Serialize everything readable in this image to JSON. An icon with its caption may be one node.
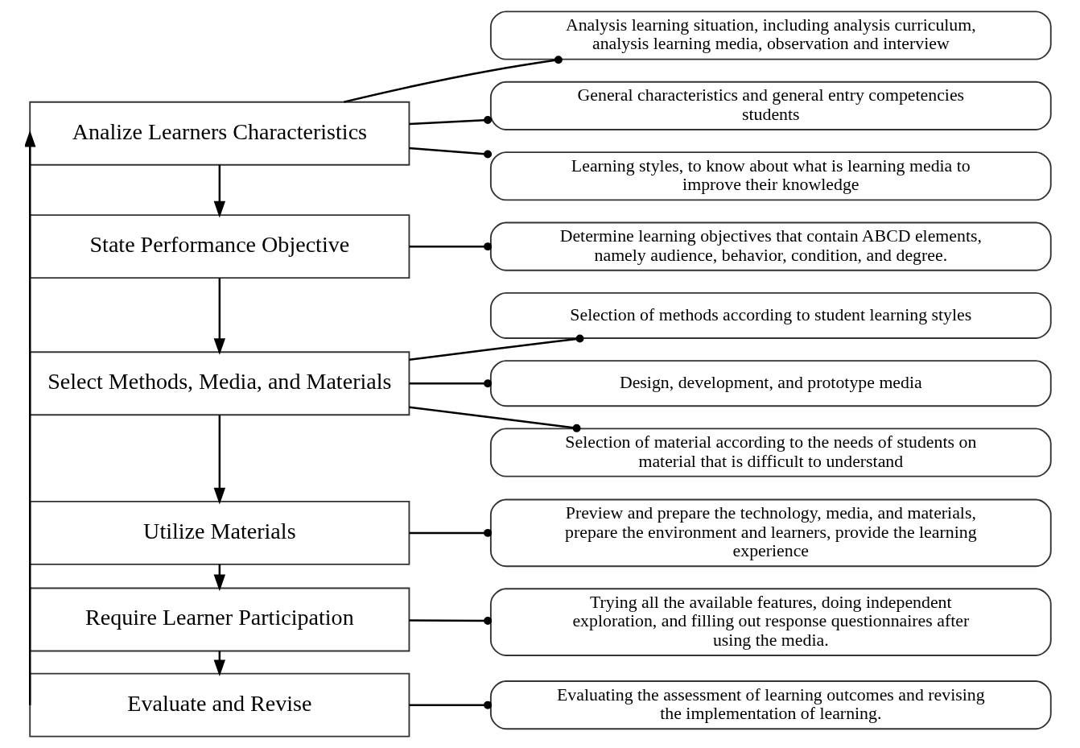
{
  "diagram": {
    "nodes": [
      {
        "text": [
          "Analize Learners Characteristics"
        ]
      },
      {
        "text": [
          "Analysis learning situation, including analysis curriculum, analysis learning media, observation and interview"
        ]
      },
      {
        "text": [
          "General characteristics and general entry competencies students"
        ]
      },
      {
        "text": [
          "Learning styles, to know about what is learning media to improve their knowledge"
        ]
      },
      {
        "text": [
          "State Performance Objective"
        ]
      },
      {
        "text": [
          "Determine learning objectives that contain ABCD elements, namely audience, behavior, condition, and degree."
        ]
      },
      {
        "text": [
          "Select Methods, Media, and Materials"
        ]
      },
      {
        "text": [
          "Selection of methods according to student learning styles"
        ]
      },
      {
        "text": [
          "Design, development, and prototype media"
        ]
      },
      {
        "text": [
          "Selection of material according to the needs of students on material that is difficult to understand"
        ]
      },
      {
        "text": [
          "Utilize Materials"
        ]
      },
      {
        "text": [
          "Preview and prepare the technology, media, and materials, prepare the environment and learners, provide the learning experience"
        ]
      },
      {
        "text": [
          "Require Learner Participation"
        ]
      },
      {
        "text": [
          "Trying all the available features, doing independent exploration, and filling out response questionnaires after using the media."
        ]
      },
      {
        "text": [
          "Evaluate and Revise"
        ]
      },
      {
        "text": [
          "Evaluating the assessment of learning outcomes and revising the implementation of learning."
        ]
      }
    ],
    "edges": [
      {
        "from": 0,
        "to": 1,
        "arrow": "other"
      },
      {
        "from": 0,
        "to": 2,
        "arrow": "other"
      },
      {
        "from": 0,
        "to": 3,
        "arrow": "other"
      },
      {
        "from": 0,
        "to": 4,
        "arrow": "to"
      },
      {
        "from": 4,
        "to": 5,
        "arrow": "other"
      },
      {
        "from": 4,
        "to": 6,
        "arrow": "to"
      },
      {
        "from": 6,
        "to": 7,
        "arrow": "other"
      },
      {
        "from": 6,
        "to": 8,
        "arrow": "other"
      },
      {
        "from": 6,
        "to": 9,
        "arrow": "other"
      },
      {
        "from": 6,
        "to": 10,
        "arrow": "to"
      },
      {
        "from": 10,
        "to": 11,
        "arrow": "other"
      },
      {
        "from": 10,
        "to": 12,
        "arrow": "to"
      },
      {
        "from": 12,
        "to": 13,
        "arrow": "other"
      },
      {
        "from": 12,
        "to": 14,
        "arrow": "to"
      },
      {
        "from": 14,
        "to": 15,
        "arrow": "other"
      },
      {
        "from": 14,
        "to": 0,
        "arrow": "to"
      }
    ]
  }
}
